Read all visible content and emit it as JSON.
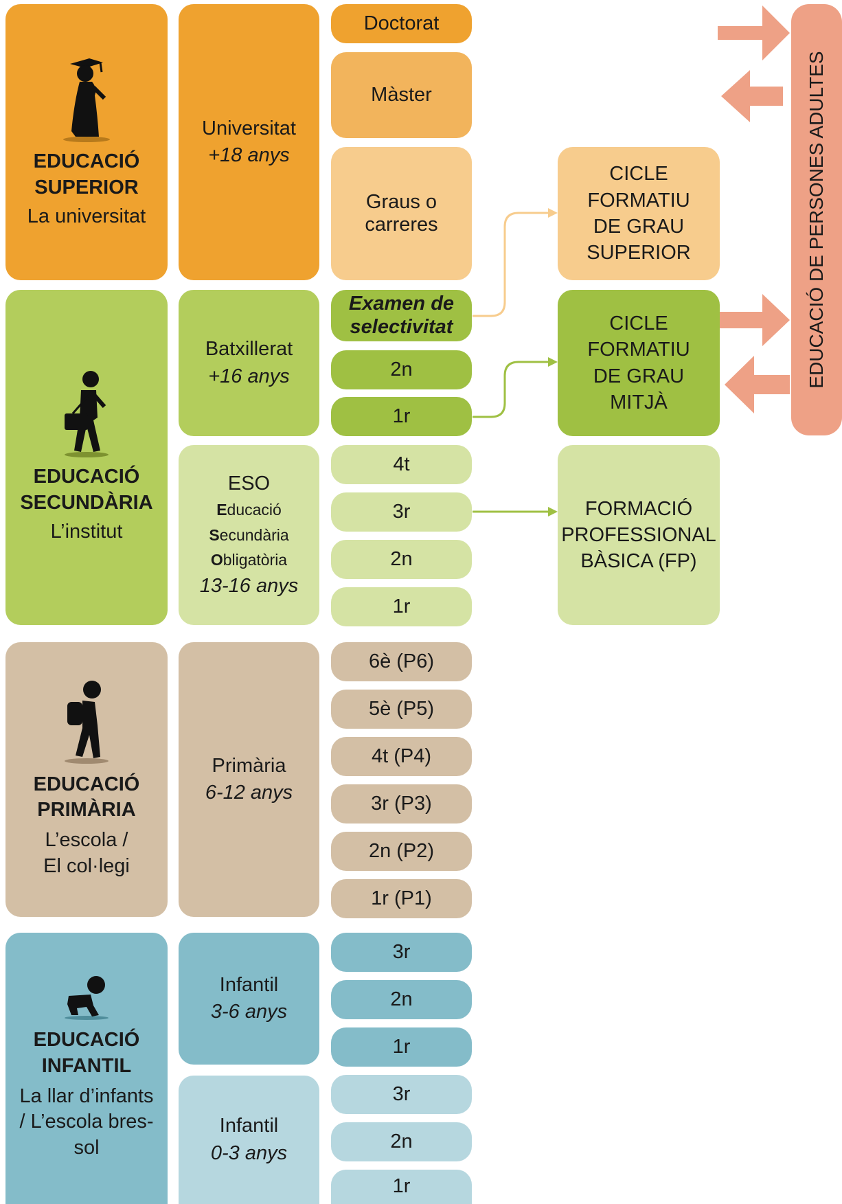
{
  "colors": {
    "superior": "#efa22f",
    "superior_mid": "#f2b45c",
    "superior_light": "#f7cc8d",
    "secundaria": "#b3cd5c",
    "secundaria_dark": "#9fc043",
    "secundaria_light": "#d5e3a4",
    "primaria": "#d3bfa5",
    "infantil": "#84bcc9",
    "infantil_light": "#b6d7df",
    "adults": "#eea186"
  },
  "stages": {
    "superior": {
      "title_1": "EDUCACIÓ",
      "title_2": "SUPERIOR",
      "sub_1": "La universitat",
      "icon": "graduate-icon"
    },
    "secundaria": {
      "title_1": "EDUCACIÓ",
      "title_2": "SECUNDÀRIA",
      "sub_1": "L’institut",
      "icon": "student-with-bag-icon"
    },
    "primaria": {
      "title_1": "EDUCACIÓ",
      "title_2": "PRIMÀRIA",
      "sub_1": "L’escola /",
      "sub_2": "El col·legi",
      "icon": "child-with-backpack-icon"
    },
    "infantil": {
      "title_1": "EDUCACIÓ",
      "title_2": "INFANTIL",
      "sub_1": "La llar d’infants",
      "sub_2": "/ L’escola bres-",
      "sub_3": "sol",
      "icon": "crawling-baby-icon"
    }
  },
  "levels": {
    "universitat": {
      "name": "Universitat",
      "age": "+18 anys"
    },
    "batxillerat": {
      "name": "Batxillerat",
      "age": "+16 anys"
    },
    "eso": {
      "name": "ESO",
      "line1_initial": "E",
      "line1_rest": "ducació",
      "line2_initial": "S",
      "line2_rest": "ecundària",
      "line3_initial": "O",
      "line3_rest": "bligatòria",
      "age": "13-16 anys"
    },
    "primaria": {
      "name": "Primària",
      "age": "6-12 anys"
    },
    "infantil_3_6": {
      "name": "Infantil",
      "age": "3-6 anys"
    },
    "infantil_0_3": {
      "name": "Infantil",
      "age": "0-3 anys"
    }
  },
  "courses": {
    "doctorat": "Doctorat",
    "master": "Màster",
    "graus_1": "Graus o",
    "graus_2": "carreres",
    "selectivitat_1": "Examen de",
    "selectivitat_2": "selectivitat",
    "batx": [
      "2n",
      "1r"
    ],
    "eso": [
      "4t",
      "3r",
      "2n",
      "1r"
    ],
    "primaria": [
      "6è (P6)",
      "5è (P5)",
      "4t (P4)",
      "3r (P3)",
      "2n (P2)",
      "1r (P1)"
    ],
    "infantil_3_6": [
      "3r",
      "2n",
      "1r"
    ],
    "infantil_0_3": [
      "3r",
      "2n",
      "1r"
    ]
  },
  "side": {
    "cfgs": [
      "CICLE",
      "FORMATIU",
      "DE GRAU",
      "SUPERIOR"
    ],
    "cfgm": [
      "CICLE",
      "FORMATIU",
      "DE GRAU",
      "MITJÀ"
    ],
    "fpb": [
      "FORMACIÓ",
      "PROFESSIONAL",
      "BÀSICA (FP)"
    ]
  },
  "adults_label": "EDUCACIÓ DE PERSONES ADULTES"
}
